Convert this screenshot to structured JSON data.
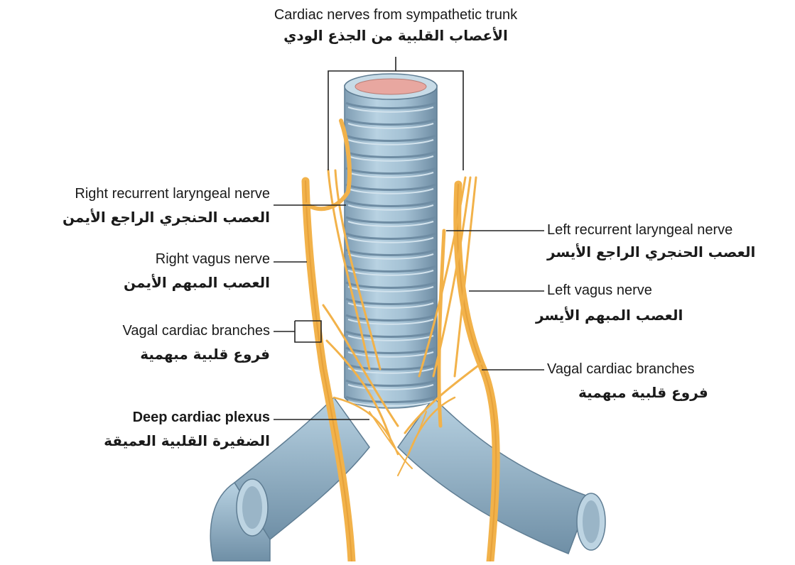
{
  "labels": {
    "sympathetic": {
      "en": "Cardiac nerves from sympathetic trunk",
      "ar": "الأعصاب القلبية من الجذع الودي"
    },
    "right_recurrent": {
      "en": "Right recurrent laryngeal nerve",
      "ar": "العصب الحنجري الراجع الأيمن"
    },
    "right_vagus": {
      "en": "Right vagus nerve",
      "ar": "العصب المبهم الأيمن"
    },
    "vagal_right": {
      "en": "Vagal cardiac branches",
      "ar": "فروع قلبية مبهمية"
    },
    "deep_plexus": {
      "en": "Deep cardiac plexus",
      "ar": "الضفيرة القلبية العميقة"
    },
    "left_recurrent": {
      "en": "Left recurrent laryngeal nerve",
      "ar": "العصب الحنجري الراجع الأيسر"
    },
    "left_vagus": {
      "en": "Left vagus nerve",
      "ar": "العصب المبهم الأيسر"
    },
    "vagal_left": {
      "en": "Vagal cardiac branches",
      "ar": "فروع قلبية مبهمية"
    }
  },
  "colors": {
    "trachea": "#a9c6d8",
    "trachea_dark": "#6f8fa6",
    "ring_shadow": "#8fa9bd",
    "nerve": "#f2b24a",
    "nerve_dark": "#d9902c",
    "lumen": "#e8a7a0"
  }
}
